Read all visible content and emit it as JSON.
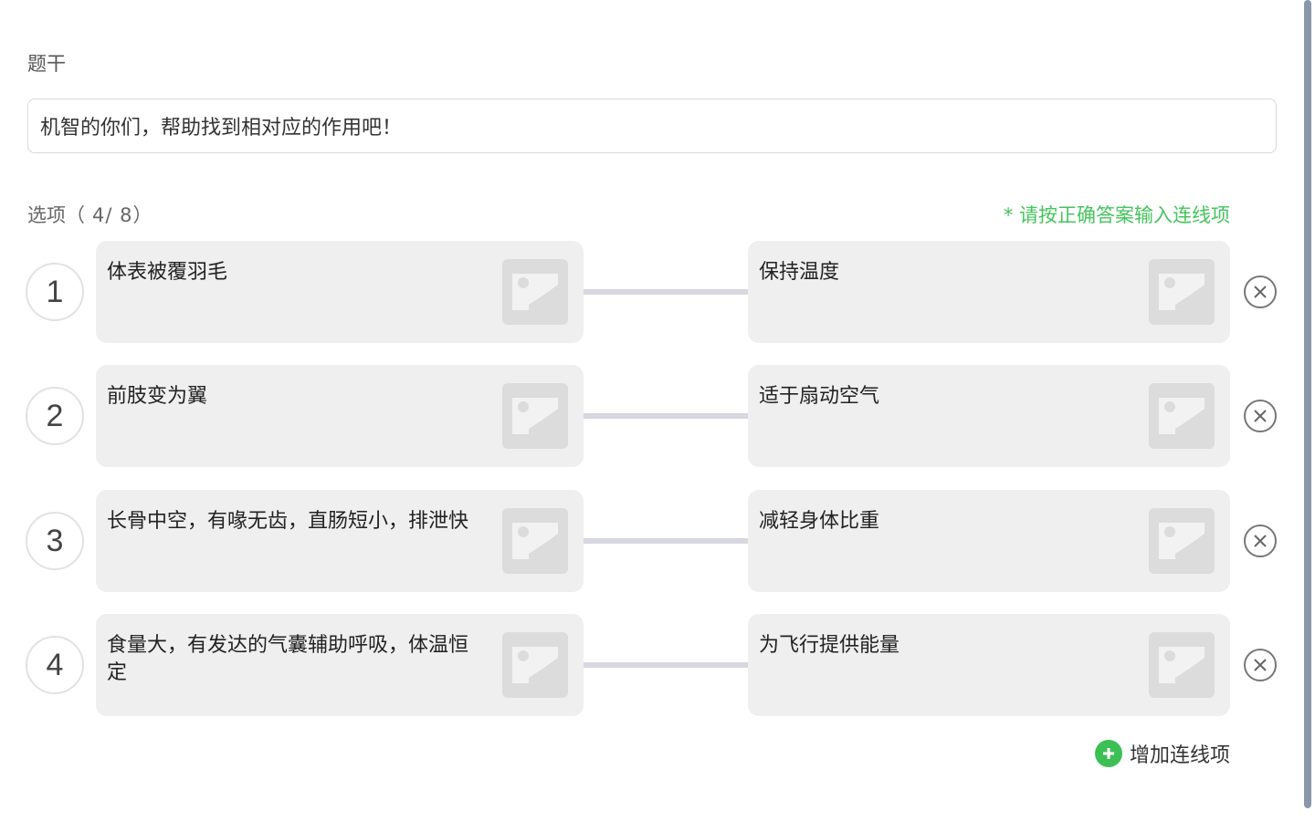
{
  "stem": {
    "label": "题干",
    "value": "机智的你们，帮助找到相对应的作用吧！"
  },
  "options": {
    "label": "选项（",
    "count": "4/ 8",
    "close_paren": "）",
    "hint": "* 请按正确答案输入连线项"
  },
  "pairs": [
    {
      "number": "1",
      "left": "体表被覆羽毛",
      "right": "保持温度"
    },
    {
      "number": "2",
      "left": "前肢变为翼",
      "right": "适于扇动空气"
    },
    {
      "number": "3",
      "left": "长骨中空，有喙无齿，直肠短小，排泄快",
      "right": "减轻身体比重"
    },
    {
      "number": "4",
      "left": "食量大，有发达的气囊辅助呼吸，体温恒定",
      "right": "为飞行提供能量"
    }
  ],
  "add_button": {
    "label": "增加连线项"
  },
  "colors": {
    "accent_green": "#45c45c",
    "card_bg": "#efefef",
    "connector": "#d7d7e0"
  }
}
